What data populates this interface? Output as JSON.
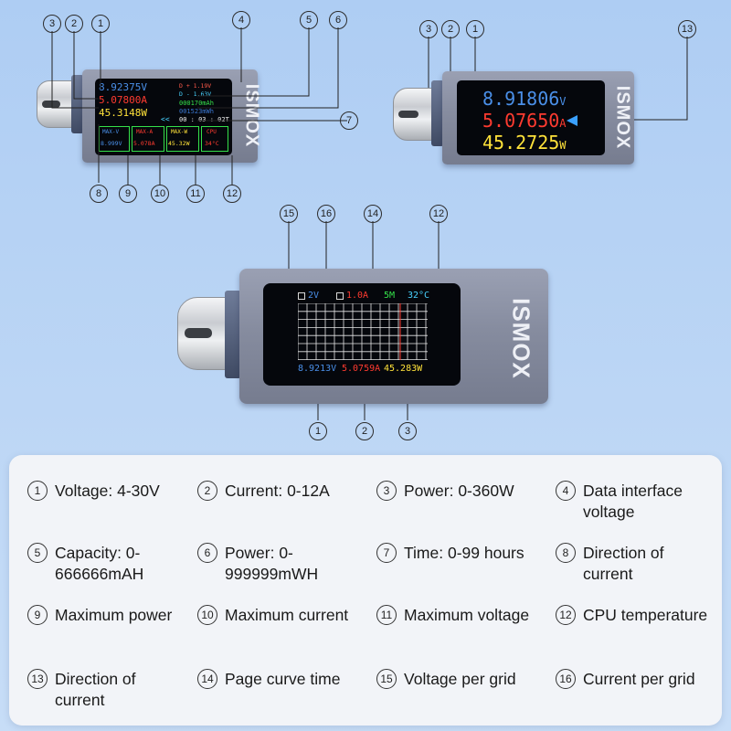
{
  "device1": {
    "logo": "ISMOX",
    "voltage": "8.92375V",
    "current": "5.07800A",
    "power": "45.3148W",
    "arrows": "<<",
    "d_plus": "D + 1.19V",
    "d_minus": "D - 1.63V",
    "capacity": "000170mAh",
    "energy": "001523mWh",
    "time": "00 : 03 : 02T",
    "max_v_label": "MAX-V",
    "max_v_value": "8.999V",
    "max_a_label": "MAX-A",
    "max_a_value": "5.078A",
    "max_w_label": "MAX-W",
    "max_w_value": "45.32W",
    "cpu_label": "CPU",
    "cpu_value": "34°C",
    "callouts": [
      "3",
      "2",
      "1",
      "4",
      "5",
      "6",
      "7",
      "8",
      "9",
      "10",
      "11",
      "12"
    ]
  },
  "device2": {
    "logo": "ISMOX",
    "voltage": "8.91806",
    "voltage_unit": "V",
    "current": "5.07650",
    "current_unit": "A",
    "power": "45.2725",
    "power_unit": "W",
    "callouts": [
      "3",
      "2",
      "1",
      "13"
    ]
  },
  "device3": {
    "logo": "ISMOX",
    "volt_grid": "2V",
    "curr_grid": "1.0A",
    "time_grid": "5M",
    "temp": "32°C",
    "voltage": "8.9213V",
    "current": "5.0759A",
    "power": "45.283W",
    "callouts_top": [
      "15",
      "16",
      "14",
      "12"
    ],
    "callouts_bottom": [
      "1",
      "2",
      "3"
    ]
  },
  "colors": {
    "voltage": "#4a8fe8",
    "current": "#ff3b30",
    "power": "#ffe23a",
    "green": "#35e04a",
    "cyan": "#48d2ff"
  },
  "legend": [
    {
      "num": "1",
      "text": "Voltage: 4-30V"
    },
    {
      "num": "2",
      "text": "Current: 0-12A"
    },
    {
      "num": "3",
      "text": "Power: 0-360W"
    },
    {
      "num": "4",
      "text": "Data interface voltage"
    },
    {
      "num": "5",
      "text": "Capacity: 0-666666mAH"
    },
    {
      "num": "6",
      "text": "Power: 0-999999mWH"
    },
    {
      "num": "7",
      "text": "Time: 0-99 hours"
    },
    {
      "num": "8",
      "text": "Direction of current"
    },
    {
      "num": "9",
      "text": "Maximum power"
    },
    {
      "num": "10",
      "text": "Maximum current"
    },
    {
      "num": "11",
      "text": "Maximum voltage"
    },
    {
      "num": "12",
      "text": "CPU temperature"
    },
    {
      "num": "13",
      "text": "Direction of current"
    },
    {
      "num": "14",
      "text": "Page curve time"
    },
    {
      "num": "15",
      "text": "Voltage per grid"
    },
    {
      "num": "16",
      "text": "Current per grid"
    }
  ]
}
